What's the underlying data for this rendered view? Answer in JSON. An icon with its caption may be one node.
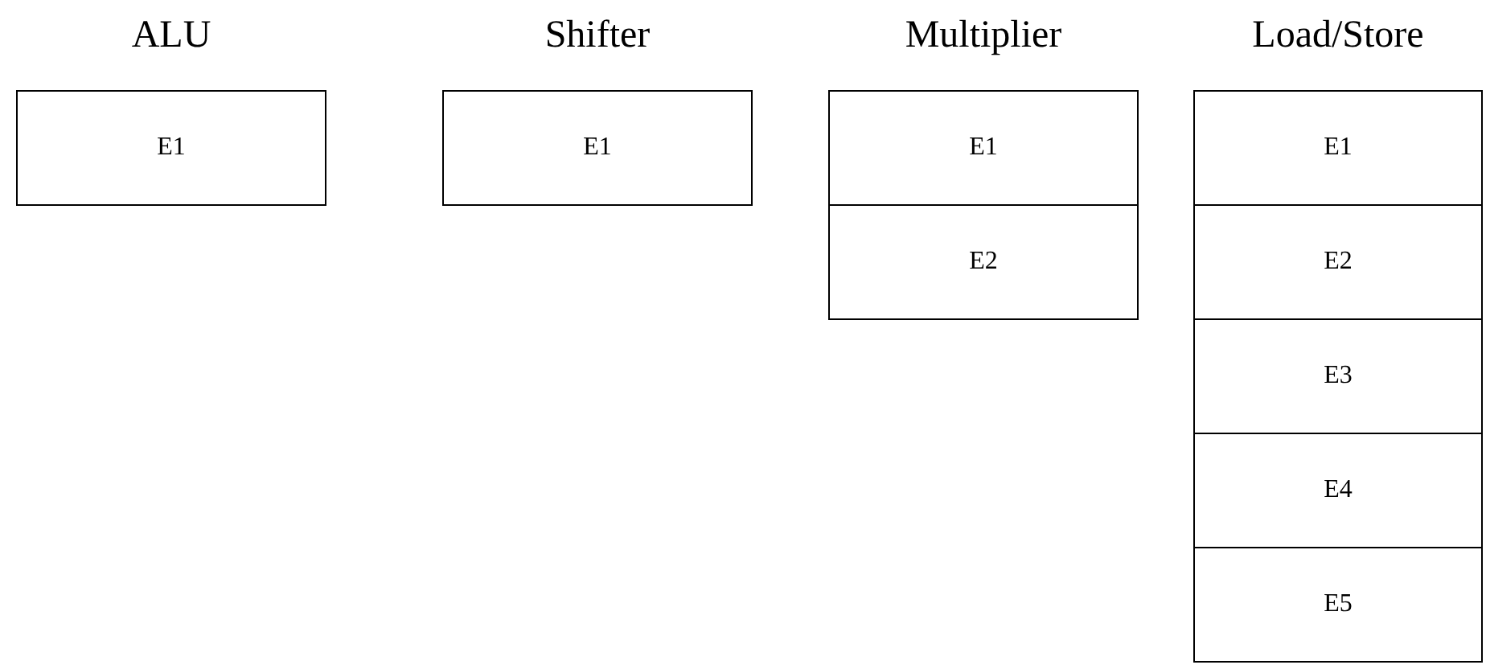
{
  "diagram": {
    "nodes": [
      {
        "text": [
          "E1"
        ]
      },
      {
        "text": [
          "E1"
        ]
      },
      {
        "text": [
          "E1"
        ]
      },
      {
        "text": [
          "E2"
        ]
      },
      {
        "text": [
          "E1"
        ]
      },
      {
        "text": [
          "E2"
        ]
      },
      {
        "text": [
          "E3"
        ]
      },
      {
        "text": [
          "E4"
        ]
      },
      {
        "text": [
          "E5"
        ]
      }
    ],
    "labels": [
      "ALU",
      "Shifter",
      "Multiplier",
      "Load/Store"
    ]
  }
}
